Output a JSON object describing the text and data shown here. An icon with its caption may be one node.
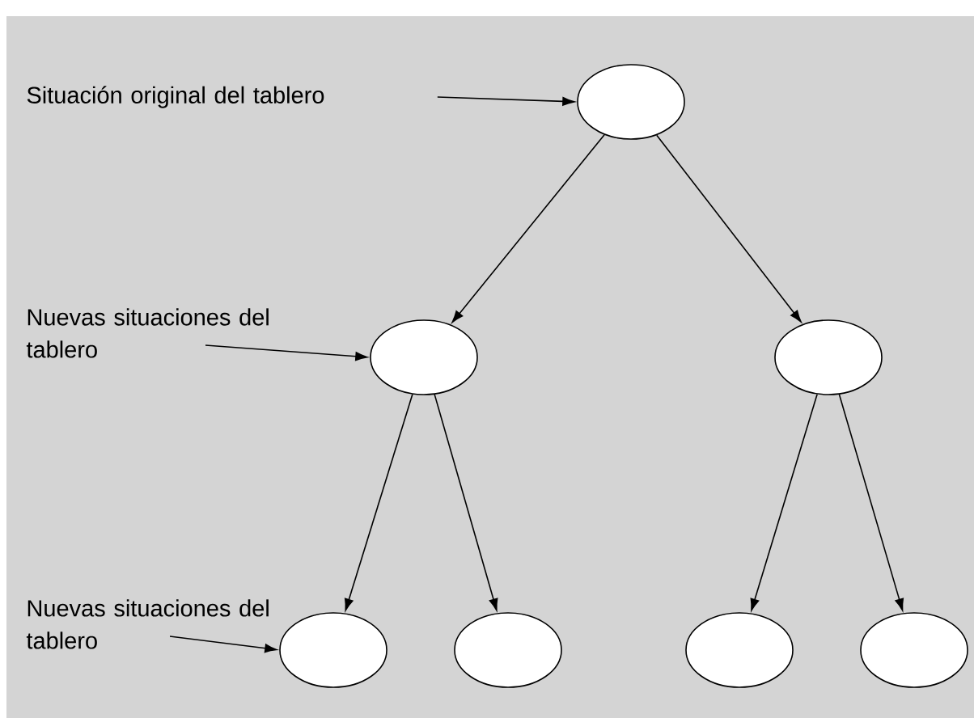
{
  "diagram": {
    "nodes": [
      {
        "text": [
          "Situación original del tablero"
        ]
      },
      {
        "text": [],
        "shape": "ellipse"
      },
      {
        "text": [
          "Nuevas situaciones del tablero"
        ]
      },
      {
        "text": [],
        "shape": "ellipse"
      },
      {
        "text": [],
        "shape": "ellipse"
      },
      {
        "text": [
          "Nuevas situaciones del tablero"
        ]
      },
      {
        "text": [],
        "shape": "ellipse"
      },
      {
        "text": [],
        "shape": "ellipse"
      },
      {
        "text": [],
        "shape": "ellipse"
      },
      {
        "text": [],
        "shape": "ellipse"
      }
    ],
    "edges": [
      {
        "from": 0,
        "to": 1,
        "arrow": "to"
      },
      {
        "from": 1,
        "to": 3,
        "arrow": "to"
      },
      {
        "from": 1,
        "to": 4,
        "arrow": "to"
      },
      {
        "from": 2,
        "to": 3,
        "arrow": "to"
      },
      {
        "from": 3,
        "to": 6,
        "arrow": "to"
      },
      {
        "from": 3,
        "to": 7,
        "arrow": "to"
      },
      {
        "from": 4,
        "to": 8,
        "arrow": "to"
      },
      {
        "from": 4,
        "to": 9,
        "arrow": "to"
      },
      {
        "from": 5,
        "to": 6,
        "arrow": "to"
      }
    ]
  }
}
